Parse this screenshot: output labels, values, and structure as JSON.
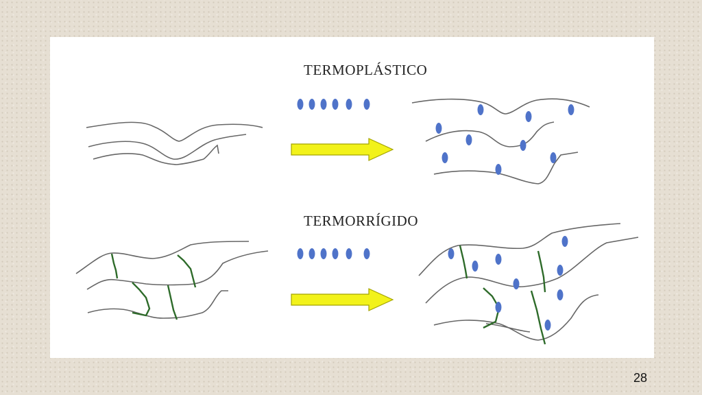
{
  "slide": {
    "page_number": "28"
  },
  "diagram": {
    "sections": [
      {
        "title": "TERMOPLÁSTICO"
      },
      {
        "title": "TERMORRÍGIDO"
      }
    ]
  },
  "colors": {
    "chain": "#666666",
    "crosslink": "#2e6b2a",
    "particle": "#4f73c9",
    "arrow_fill": "#f2f21a",
    "arrow_stroke": "#a3a300"
  }
}
